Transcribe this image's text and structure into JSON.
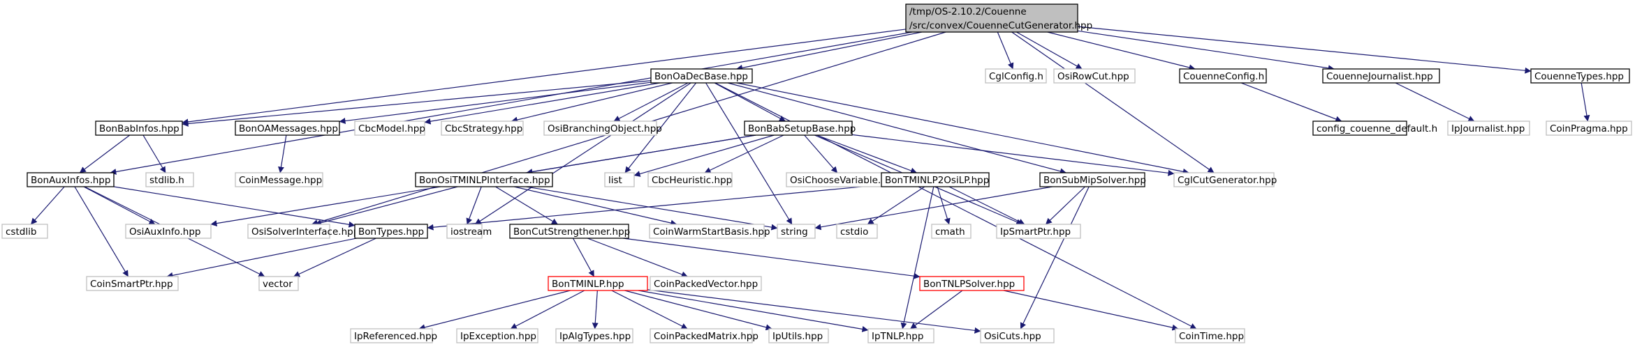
{
  "colors": {
    "edge": "#191970",
    "root_fill": "#bfbfbf",
    "documented_border": "#000000",
    "undocumented_border": "#bfbfbf",
    "truncated_border": "#ff0000",
    "text": "#000000"
  },
  "nodes": [
    {
      "id": "root",
      "lines": [
        "/tmp/OS-2.10.2/Couenne",
        "/src/convex/CouenneCutGenerator.hpp"
      ],
      "kind": "root"
    },
    {
      "id": "oadec",
      "lines": [
        "BonOaDecBase.hpp"
      ],
      "kind": "documented"
    },
    {
      "id": "cglconfig",
      "lines": [
        "CglConfig.h"
      ],
      "kind": "undocumented"
    },
    {
      "id": "osirowcut",
      "lines": [
        "OsiRowCut.hpp"
      ],
      "kind": "undocumented"
    },
    {
      "id": "couenneconfig",
      "lines": [
        "CouenneConfig.h"
      ],
      "kind": "documented"
    },
    {
      "id": "couennejournalist",
      "lines": [
        "CouenneJournalist.hpp"
      ],
      "kind": "documented"
    },
    {
      "id": "couennetypes",
      "lines": [
        "CouenneTypes.hpp"
      ],
      "kind": "documented"
    },
    {
      "id": "babinfos",
      "lines": [
        "BonBabInfos.hpp"
      ],
      "kind": "documented"
    },
    {
      "id": "oamessages",
      "lines": [
        "BonOAMessages.hpp"
      ],
      "kind": "documented"
    },
    {
      "id": "cbcmodel",
      "lines": [
        "CbcModel.hpp"
      ],
      "kind": "undocumented"
    },
    {
      "id": "cbcstrategy",
      "lines": [
        "CbcStrategy.hpp"
      ],
      "kind": "undocumented"
    },
    {
      "id": "osibranching",
      "lines": [
        "OsiBranchingObject.hpp"
      ],
      "kind": "undocumented"
    },
    {
      "id": "babsetup",
      "lines": [
        "BonBabSetupBase.hpp"
      ],
      "kind": "documented"
    },
    {
      "id": "configdefault",
      "lines": [
        "config_couenne_default.h"
      ],
      "kind": "documented"
    },
    {
      "id": "ipjournalist",
      "lines": [
        "IpJournalist.hpp"
      ],
      "kind": "undocumented"
    },
    {
      "id": "coinpragma",
      "lines": [
        "CoinPragma.hpp"
      ],
      "kind": "undocumented"
    },
    {
      "id": "auxinfos",
      "lines": [
        "BonAuxInfos.hpp"
      ],
      "kind": "documented"
    },
    {
      "id": "stdlib",
      "lines": [
        "stdlib.h"
      ],
      "kind": "undocumented"
    },
    {
      "id": "coinmessage",
      "lines": [
        "CoinMessage.hpp"
      ],
      "kind": "undocumented"
    },
    {
      "id": "list",
      "lines": [
        "list"
      ],
      "kind": "undocumented"
    },
    {
      "id": "cbcheuristic",
      "lines": [
        "CbcHeuristic.hpp"
      ],
      "kind": "undocumented"
    },
    {
      "id": "osichoose",
      "lines": [
        "OsiChooseVariable.hpp"
      ],
      "kind": "undocumented"
    },
    {
      "id": "tminlp2osilp",
      "lines": [
        "BonTMINLP2OsiLP.hpp"
      ],
      "kind": "documented"
    },
    {
      "id": "subsolver",
      "lines": [
        "BonSubMipSolver.hpp"
      ],
      "kind": "documented"
    },
    {
      "id": "cglcutgen",
      "lines": [
        "CglCutGenerator.hpp"
      ],
      "kind": "undocumented"
    },
    {
      "id": "ositminlp",
      "lines": [
        "BonOsiTMINLPInterface.hpp"
      ],
      "kind": "documented"
    },
    {
      "id": "cstdlib",
      "lines": [
        "cstdlib"
      ],
      "kind": "undocumented"
    },
    {
      "id": "osiauxinfo",
      "lines": [
        "OsiAuxInfo.hpp"
      ],
      "kind": "undocumented"
    },
    {
      "id": "osisolver",
      "lines": [
        "OsiSolverInterface.hpp"
      ],
      "kind": "undocumented"
    },
    {
      "id": "bontypes",
      "lines": [
        "BonTypes.hpp"
      ],
      "kind": "documented"
    },
    {
      "id": "iostream",
      "lines": [
        "iostream"
      ],
      "kind": "undocumented"
    },
    {
      "id": "coinwarm",
      "lines": [
        "CoinWarmStartBasis.hpp"
      ],
      "kind": "undocumented"
    },
    {
      "id": "string",
      "lines": [
        "string"
      ],
      "kind": "undocumented"
    },
    {
      "id": "cstdio",
      "lines": [
        "cstdio"
      ],
      "kind": "undocumented"
    },
    {
      "id": "cmath",
      "lines": [
        "cmath"
      ],
      "kind": "undocumented"
    },
    {
      "id": "ipsmartptr",
      "lines": [
        "IpSmartPtr.hpp"
      ],
      "kind": "undocumented"
    },
    {
      "id": "cutstrength",
      "lines": [
        "BonCutStrengthener.hpp"
      ],
      "kind": "documented"
    },
    {
      "id": "coinsmartptr",
      "lines": [
        "CoinSmartPtr.hpp"
      ],
      "kind": "undocumented"
    },
    {
      "id": "vector",
      "lines": [
        "vector"
      ],
      "kind": "undocumented"
    },
    {
      "id": "tminlp",
      "lines": [
        "BonTMINLP.hpp"
      ],
      "kind": "truncated"
    },
    {
      "id": "coinpackedvec",
      "lines": [
        "CoinPackedVector.hpp"
      ],
      "kind": "undocumented"
    },
    {
      "id": "tnlpsolver",
      "lines": [
        "BonTNLPSolver.hpp"
      ],
      "kind": "truncated"
    },
    {
      "id": "ipreferenced",
      "lines": [
        "IpReferenced.hpp"
      ],
      "kind": "undocumented"
    },
    {
      "id": "ipexception",
      "lines": [
        "IpException.hpp"
      ],
      "kind": "undocumented"
    },
    {
      "id": "ipalgtypes",
      "lines": [
        "IpAlgTypes.hpp"
      ],
      "kind": "undocumented"
    },
    {
      "id": "coinpackedmatrix",
      "lines": [
        "CoinPackedMatrix.hpp"
      ],
      "kind": "undocumented"
    },
    {
      "id": "iputils",
      "lines": [
        "IpUtils.hpp"
      ],
      "kind": "undocumented"
    },
    {
      "id": "iptnlp",
      "lines": [
        "IpTNLP.hpp"
      ],
      "kind": "undocumented"
    },
    {
      "id": "osicuts",
      "lines": [
        "OsiCuts.hpp"
      ],
      "kind": "undocumented"
    },
    {
      "id": "cointime",
      "lines": [
        "CoinTime.hpp"
      ],
      "kind": "undocumented"
    }
  ],
  "edges": [
    [
      "root",
      "oadec"
    ],
    [
      "root",
      "cglconfig"
    ],
    [
      "root",
      "osirowcut"
    ],
    [
      "root",
      "couenneconfig"
    ],
    [
      "root",
      "couennejournalist"
    ],
    [
      "root",
      "couennetypes"
    ],
    [
      "root",
      "babinfos"
    ],
    [
      "root",
      "auxinfos"
    ],
    [
      "root",
      "osisolver"
    ],
    [
      "root",
      "cglcutgen"
    ],
    [
      "oadec",
      "babinfos"
    ],
    [
      "oadec",
      "oamessages"
    ],
    [
      "oadec",
      "cbcmodel"
    ],
    [
      "oadec",
      "cbcstrategy"
    ],
    [
      "oadec",
      "osibranching"
    ],
    [
      "oadec",
      "babsetup"
    ],
    [
      "oadec",
      "subsolver"
    ],
    [
      "oadec",
      "cglcutgen"
    ],
    [
      "oadec",
      "cointime"
    ],
    [
      "oadec",
      "list"
    ],
    [
      "oadec",
      "iostream"
    ],
    [
      "oadec",
      "string"
    ],
    [
      "couenneconfig",
      "configdefault"
    ],
    [
      "couennejournalist",
      "ipjournalist"
    ],
    [
      "couennetypes",
      "coinpragma"
    ],
    [
      "babinfos",
      "auxinfos"
    ],
    [
      "babinfos",
      "stdlib"
    ],
    [
      "oamessages",
      "coinmessage"
    ],
    [
      "babsetup",
      "ositminlp"
    ],
    [
      "babsetup",
      "list"
    ],
    [
      "babsetup",
      "cbcheuristic"
    ],
    [
      "babsetup",
      "osichoose"
    ],
    [
      "babsetup",
      "tminlp2osilp"
    ],
    [
      "babsetup",
      "cglcutgen"
    ],
    [
      "babsetup",
      "ipsmartptr"
    ],
    [
      "babsetup",
      "osiauxinfo"
    ],
    [
      "auxinfos",
      "cstdlib"
    ],
    [
      "auxinfos",
      "osiauxinfo"
    ],
    [
      "auxinfos",
      "bontypes"
    ],
    [
      "auxinfos",
      "coinsmartptr"
    ],
    [
      "auxinfos",
      "vector"
    ],
    [
      "ositminlp",
      "osisolver"
    ],
    [
      "ositminlp",
      "iostream"
    ],
    [
      "ositminlp",
      "coinwarm"
    ],
    [
      "ositminlp",
      "string"
    ],
    [
      "ositminlp",
      "cutstrength"
    ],
    [
      "tminlp2osilp",
      "bontypes"
    ],
    [
      "tminlp2osilp",
      "cstdio"
    ],
    [
      "tminlp2osilp",
      "cmath"
    ],
    [
      "tminlp2osilp",
      "ipsmartptr"
    ],
    [
      "tminlp2osilp",
      "iptnlp"
    ],
    [
      "subsolver",
      "string"
    ],
    [
      "subsolver",
      "ipsmartptr"
    ],
    [
      "subsolver",
      "osicuts"
    ],
    [
      "bontypes",
      "coinsmartptr"
    ],
    [
      "bontypes",
      "vector"
    ],
    [
      "cutstrength",
      "tminlp"
    ],
    [
      "cutstrength",
      "coinpackedvec"
    ],
    [
      "cutstrength",
      "tnlpsolver"
    ],
    [
      "tminlp",
      "ipreferenced"
    ],
    [
      "tminlp",
      "ipexception"
    ],
    [
      "tminlp",
      "ipalgtypes"
    ],
    [
      "tminlp",
      "coinpackedmatrix"
    ],
    [
      "tminlp",
      "iputils"
    ],
    [
      "tminlp",
      "iptnlp"
    ],
    [
      "tminlp",
      "osicuts"
    ],
    [
      "tnlpsolver",
      "iptnlp"
    ],
    [
      "tnlpsolver",
      "cointime"
    ]
  ]
}
